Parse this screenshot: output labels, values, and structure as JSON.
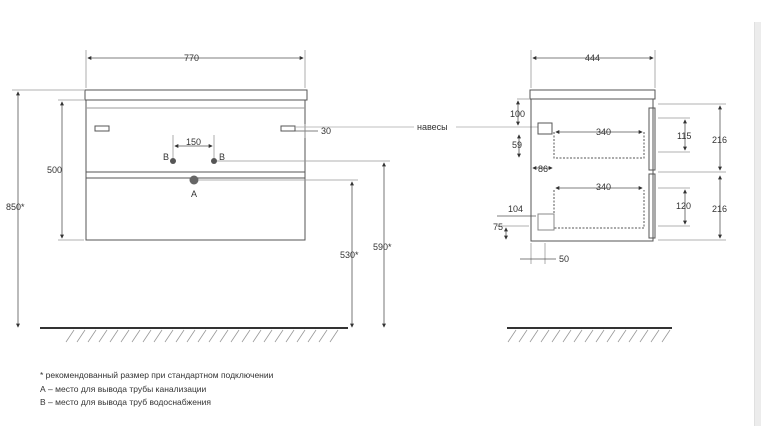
{
  "front_view": {
    "width": "770",
    "spacing": "150",
    "edge_offset": "30",
    "height_carcass": "500",
    "total_height": "850*",
    "height_a": "530*",
    "height_b": "590*",
    "label_a": "A",
    "label_b_left": "B",
    "label_b_right": "B"
  },
  "side_view": {
    "depth": "444",
    "hinges_label": "навесы",
    "top_offset": "100",
    "drawer_upper_depth": "340",
    "drawer_lower_depth": "340",
    "upper_gap": "59",
    "upper_inner": "86",
    "upper_height": "115",
    "lower_height": "120",
    "upper_front": "216",
    "lower_front": "216",
    "lower_offset": "104",
    "bottom_offset": "75",
    "back_offset": "50"
  },
  "notes": [
    "* рекомендованный размер при стандартном подключении",
    "А – место для вывода трубы канализации",
    "В – место для вывода труб водоснабжения"
  ],
  "colors": {
    "line": "#333333",
    "outline": "#555555",
    "dot": "#666666",
    "hatch": "#999999"
  }
}
